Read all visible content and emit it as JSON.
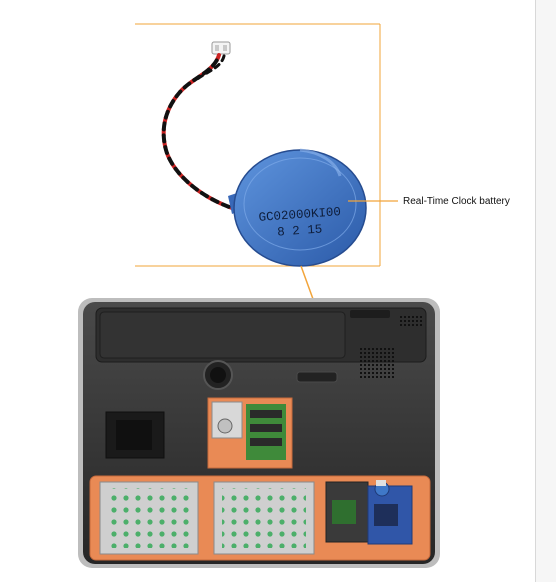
{
  "callout": {
    "label": "Real-Time Clock battery",
    "color": "#f2a43a"
  },
  "battery": {
    "imprint_line1": "GC02000KI00",
    "imprint_line2": "8 2 15",
    "color": "#3f78c8"
  },
  "colors": {
    "chassis": "#3a3a3a",
    "bay_trim": "#e98a55",
    "wire_red": "#cc2222",
    "wire_black": "#111111"
  },
  "icons": [
    "battery-icon",
    "connector-icon",
    "laptop-base-icon"
  ]
}
